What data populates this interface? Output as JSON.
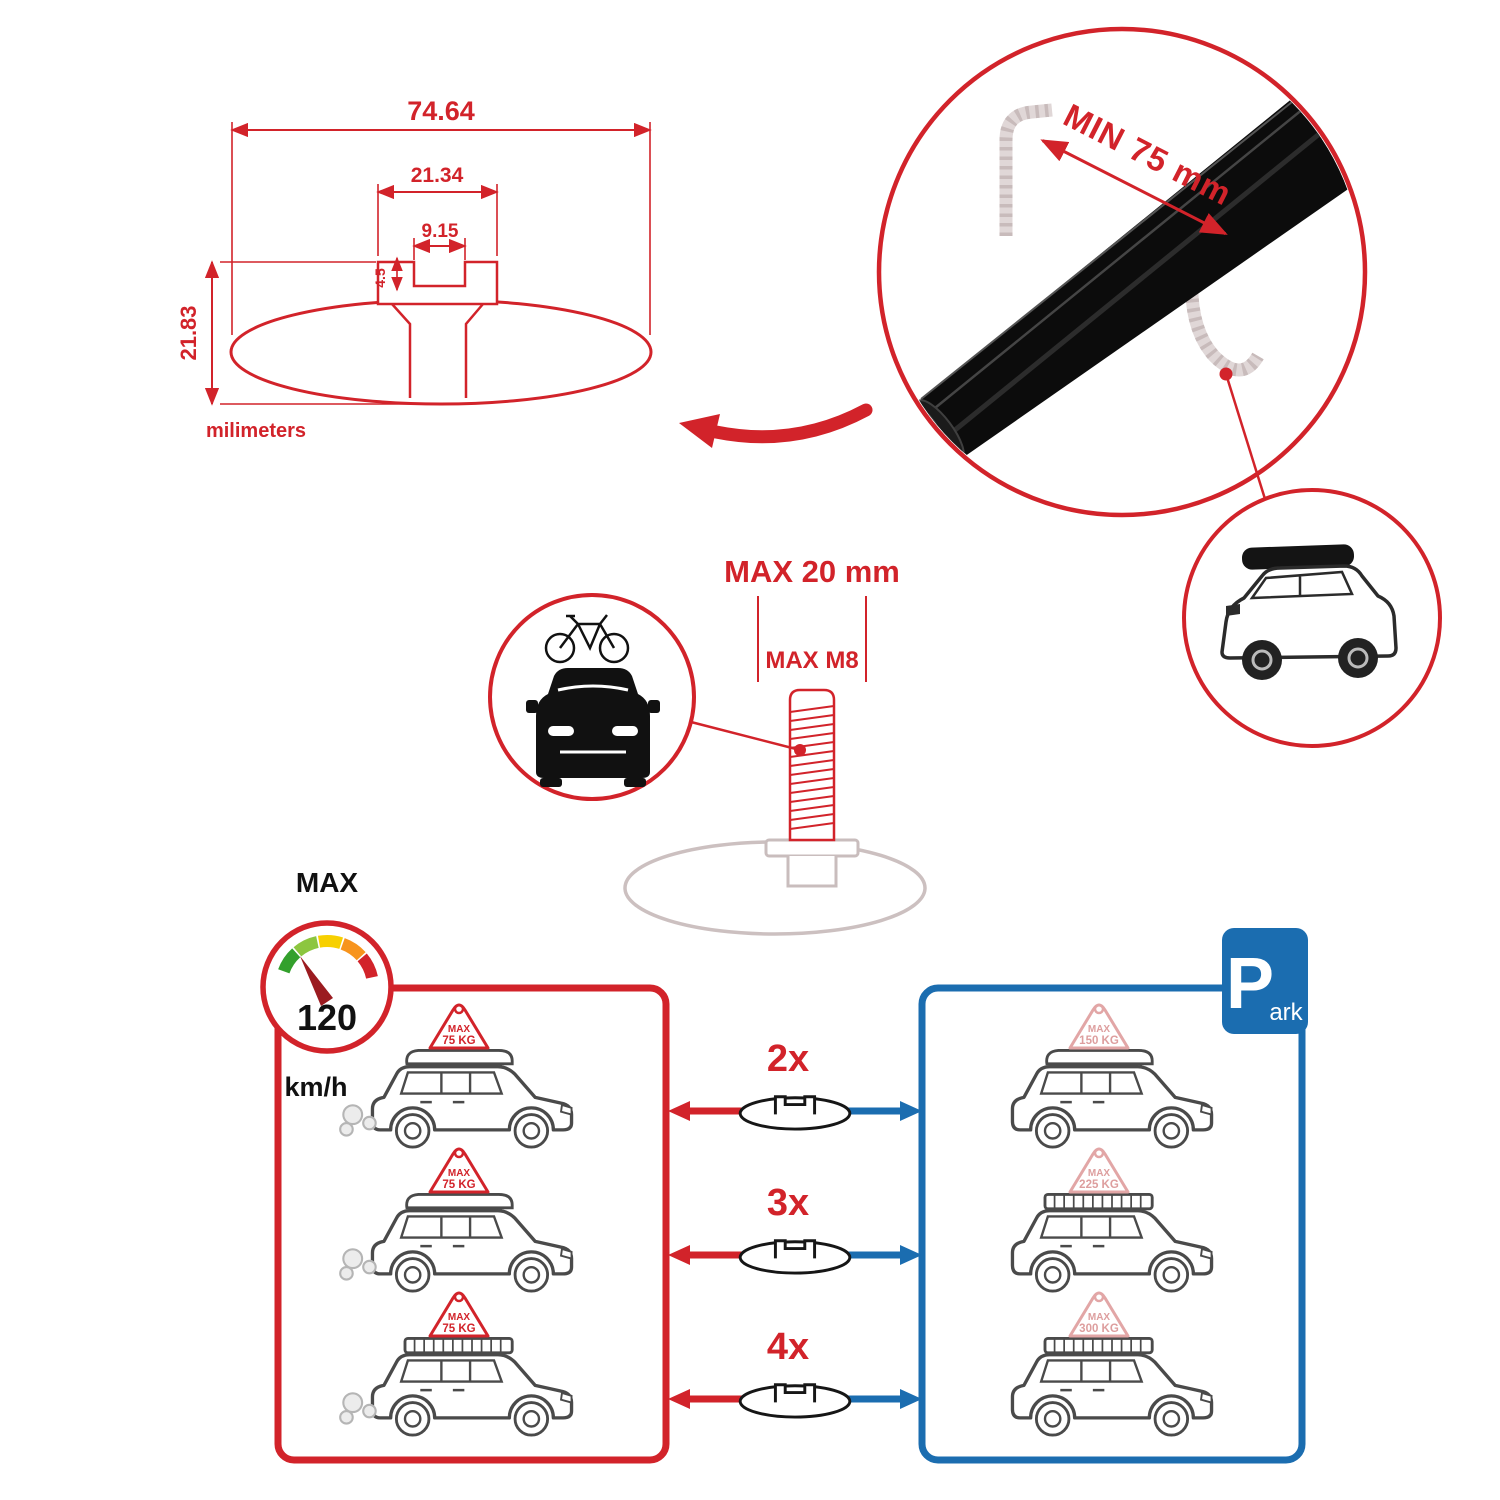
{
  "colors": {
    "red": "#d2232a",
    "blue": "#1b6db0"
  },
  "profile_diagram": {
    "overall_width": "74.64",
    "channel_width": "21.34",
    "slot_width": "9.15",
    "wall_height": "4.5",
    "overall_height": "21.83",
    "unit_label": "milimeters"
  },
  "crossbar_detail": {
    "min_span_label": "MIN 75 mm"
  },
  "bolt_detail": {
    "max_length_label": "MAX 20 mm",
    "max_thread_label": "MAX M8"
  },
  "speed_limit": {
    "label": "MAX",
    "value": "120",
    "unit": "km/h"
  },
  "parking_sign": {
    "letter": "P",
    "suffix": "ark"
  },
  "bar_options": [
    {
      "count_label": "2x"
    },
    {
      "count_label": "3x"
    },
    {
      "count_label": "4x"
    }
  ],
  "driving_loads": [
    {
      "label": "MAX",
      "value": "75 KG"
    },
    {
      "label": "MAX",
      "value": "75 KG"
    },
    {
      "label": "MAX",
      "value": "75 KG"
    }
  ],
  "parked_loads": [
    {
      "label": "MAX",
      "value": "150 KG"
    },
    {
      "label": "MAX",
      "value": "225 KG"
    },
    {
      "label": "MAX",
      "value": "300 KG"
    }
  ]
}
